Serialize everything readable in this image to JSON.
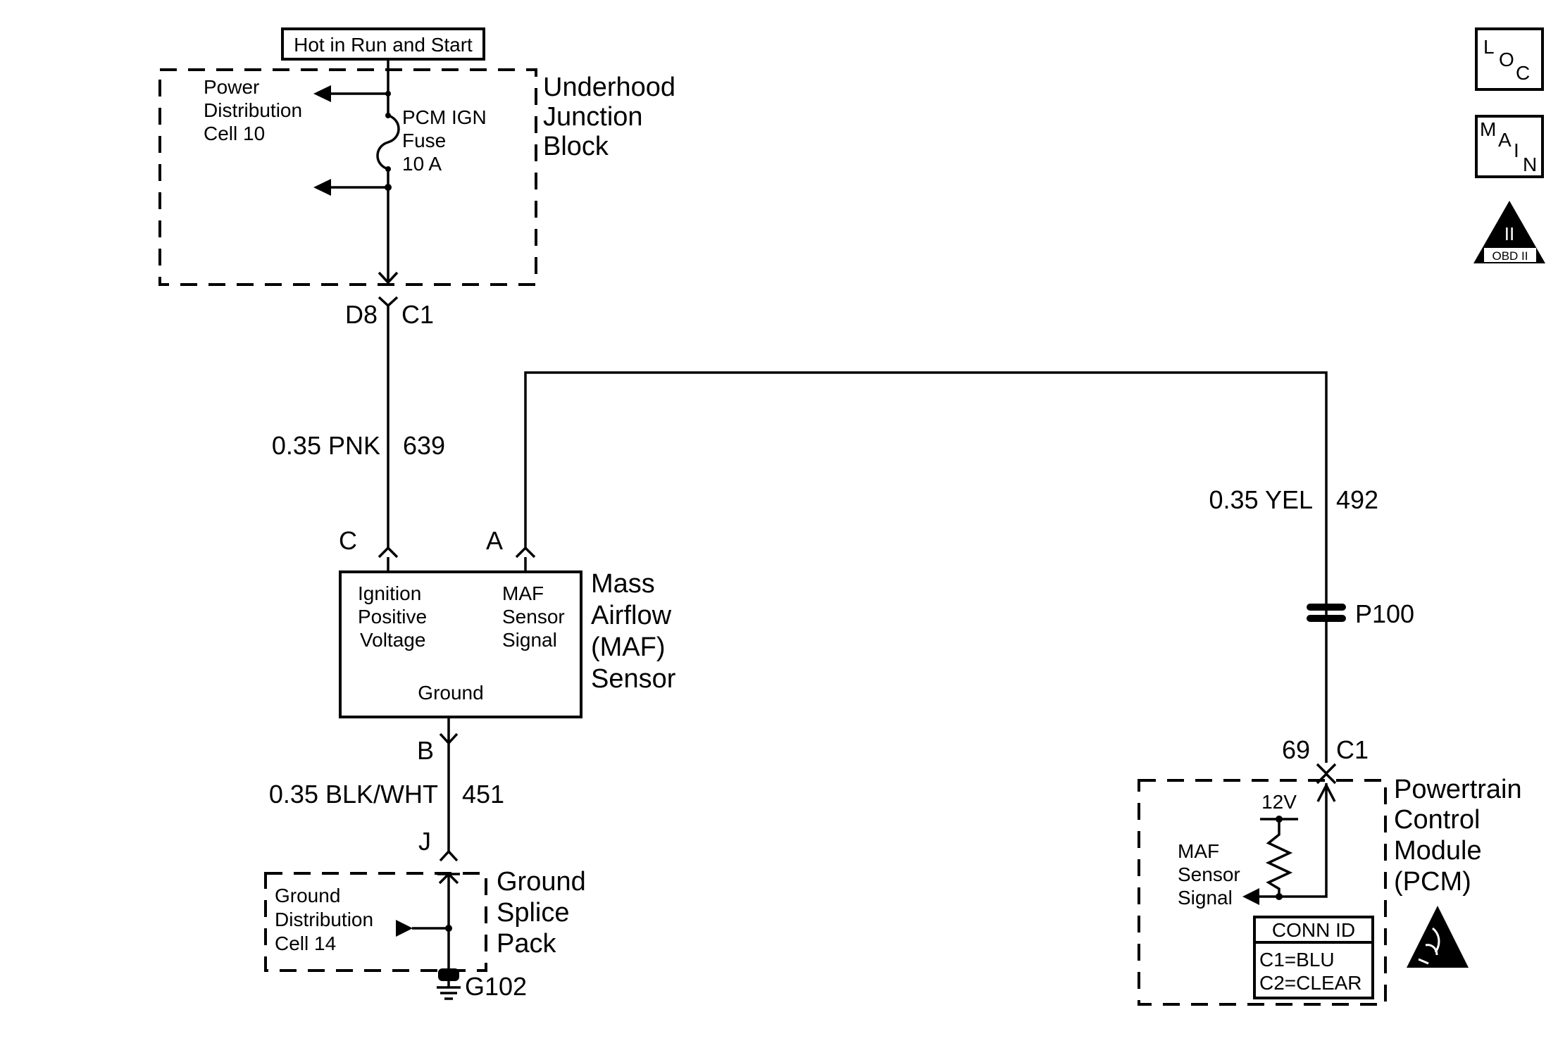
{
  "header": {
    "hot_label": "Hot in Run and Start"
  },
  "icons": {
    "loc": {
      "l1": "L",
      "l2": "O",
      "l3": "C"
    },
    "main": {
      "l1": "M",
      "l2": "A",
      "l3": "I",
      "l4": "N"
    },
    "obd": {
      "roman": "II",
      "label": "OBD II"
    }
  },
  "underhood": {
    "name": [
      "Underhood",
      "Junction",
      "Block"
    ],
    "power_dist": [
      "Power",
      "Distribution",
      "Cell 10"
    ],
    "fuse": [
      "PCM IGN",
      "Fuse",
      "10 A"
    ],
    "pin": "D8",
    "conn": "C1"
  },
  "wires": {
    "pnk": {
      "gauge_color": "0.35 PNK",
      "circuit": "639"
    },
    "yel": {
      "gauge_color": "0.35 YEL",
      "circuit": "492"
    },
    "blkwht": {
      "gauge_color": "0.35 BLK/WHT",
      "circuit": "451"
    }
  },
  "maf": {
    "pin_c": "C",
    "pin_a": "A",
    "pin_b": "B",
    "name": [
      "Mass",
      "Airflow",
      "(MAF)",
      "Sensor"
    ],
    "ignition": [
      "Ignition",
      "Positive",
      "Voltage"
    ],
    "signal": [
      "MAF",
      "Sensor",
      "Signal"
    ],
    "ground": "Ground"
  },
  "splice": {
    "pin": "J",
    "name": [
      "Ground",
      "Splice",
      "Pack"
    ],
    "gnd_dist": [
      "Ground",
      "Distribution",
      "Cell 14"
    ],
    "ground_id": "G102"
  },
  "p100": {
    "label": "P100"
  },
  "pcm": {
    "pin": "69",
    "conn": "C1",
    "name": [
      "Powertrain",
      "Control",
      "Module",
      "(PCM)"
    ],
    "voltage": "12V",
    "signal": [
      "MAF",
      "Sensor",
      "Signal"
    ],
    "conn_id": {
      "title": "CONN ID",
      "c1": "C1=BLU",
      "c2": "C2=CLEAR"
    }
  }
}
